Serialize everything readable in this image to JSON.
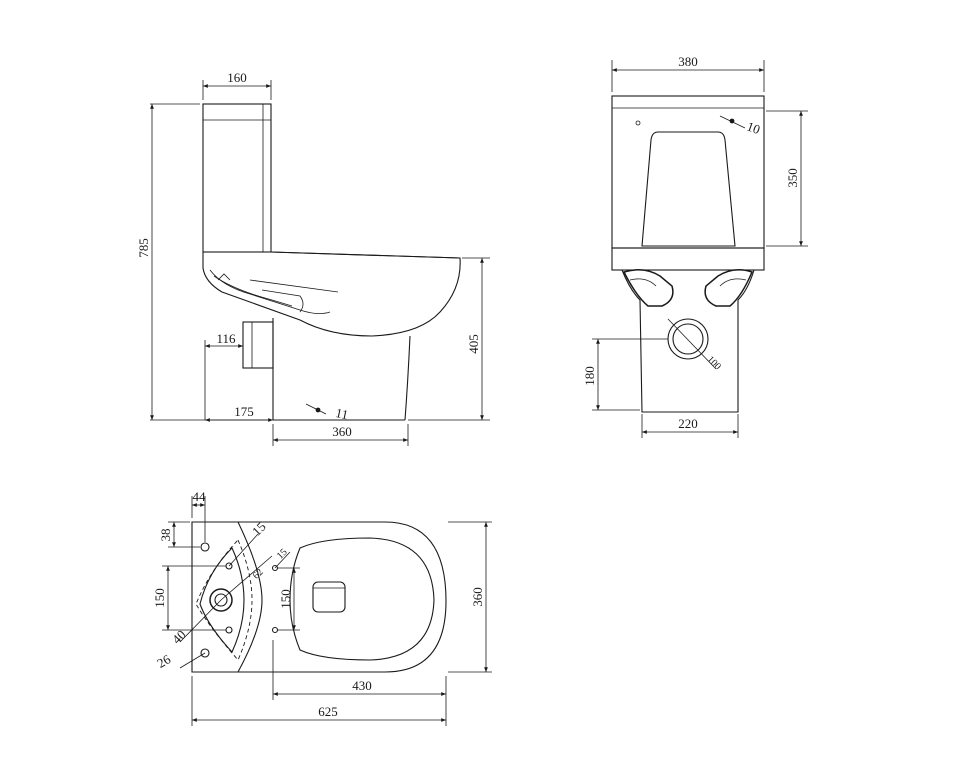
{
  "side_view": {
    "cistern_depth": "160",
    "total_height": "785",
    "pan_height": "405",
    "waste_projection": "116",
    "wall_to_foot": "175",
    "foot_length": "360",
    "fixing_hole": "11"
  },
  "front_view": {
    "width": "380",
    "cistern_height": "350",
    "button_hole": "10",
    "outlet_height": "180",
    "outlet_diameter": "100",
    "foot_width": "220"
  },
  "top_view": {
    "hole_offset_x": "44",
    "hole_offset_y": "38",
    "inlet_hole": "15",
    "outlet_hole": "62",
    "bolt_hole": "15",
    "bolt_spacing_left": "150",
    "bolt_spacing_right": "150",
    "inner_dimension": "40",
    "outer_dimension": "26",
    "depth": "360",
    "bowl_length": "430",
    "overall_length": "625"
  }
}
